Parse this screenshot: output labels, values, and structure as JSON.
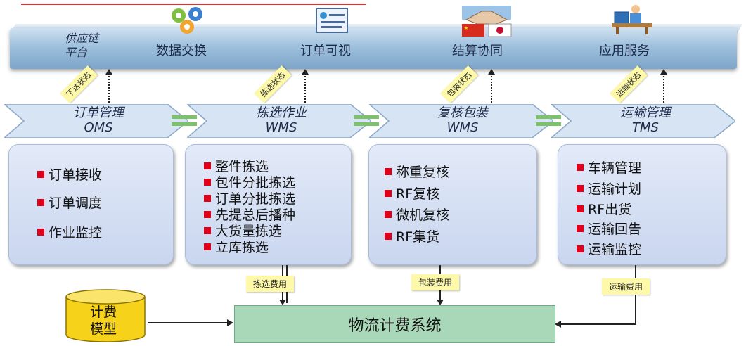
{
  "platform": {
    "title_line1": "供应链",
    "title_line2": "平台",
    "items": [
      {
        "label": "数据交换",
        "icon": "gears-icon"
      },
      {
        "label": "订单可视",
        "icon": "document-icon"
      },
      {
        "label": "结算协同",
        "icon": "handshake-icon"
      },
      {
        "label": "应用服务",
        "icon": "service-desk-icon"
      }
    ]
  },
  "status_tags": [
    "下达状态",
    "拣选状态",
    "包装状态",
    "运输状态"
  ],
  "modules": [
    {
      "name": "订单管理",
      "code": "OMS",
      "items": [
        "订单接收",
        "订单调度",
        "作业监控"
      ]
    },
    {
      "name": "拣选作业",
      "code": "WMS",
      "items": [
        "整件拣选",
        "包件分批拣选",
        "订单分批拣选",
        "先提总后播种",
        "大货量拣选",
        "立库拣选"
      ]
    },
    {
      "name": "复核包装",
      "code": "WMS",
      "items": [
        "称重复核",
        "RF复核",
        "微机复核",
        "RF集货"
      ]
    },
    {
      "name": "运输管理",
      "code": "TMS",
      "items": [
        "车辆管理",
        "运输计划",
        "RF出货",
        "运输回告",
        "运输监控"
      ]
    }
  ],
  "fee_tags": [
    "拣选费用",
    "包装费用",
    "运输费用"
  ],
  "fee_model": {
    "line1": "计费",
    "line2": "模型"
  },
  "billing_system": "物流计费系统",
  "colors": {
    "bullet": "#e0001a",
    "tag_bg": "#fdf9a8",
    "billing_bg": "#a9d8b8",
    "box_bg": "#d3ddf2",
    "band": "#9ec0dd"
  }
}
